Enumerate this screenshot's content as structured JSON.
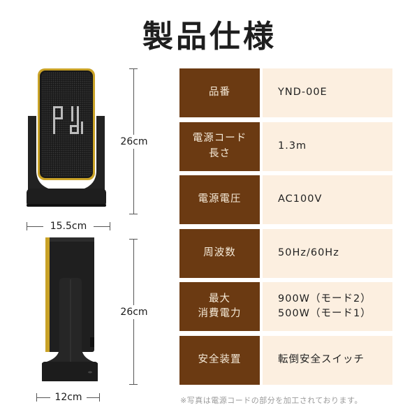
{
  "title": "製品仕様",
  "dimensions": {
    "front_height": "26cm",
    "front_width": "15.5cm",
    "side_height": "26cm",
    "side_depth": "12cm"
  },
  "specs": [
    {
      "label": "品番",
      "value": "YND-00E"
    },
    {
      "label": "電源コード\n長さ",
      "value": "1.3m"
    },
    {
      "label": "電源電圧",
      "value": "AC100V"
    },
    {
      "label": "周波数",
      "value": "50Hz/60Hz"
    },
    {
      "label": "最大\n消費電力",
      "value": "900W（モード2）\n500W（モード1）"
    },
    {
      "label": "安全装置",
      "value": "転倒安全スイッチ"
    }
  ],
  "note": "※写真は電源コードの部分を加工されております。",
  "colors": {
    "label_bg": "#6b3a12",
    "value_bg": "#fcefe0",
    "accent_gold": "#c9a227",
    "heater_body": "#1c1c1c"
  }
}
